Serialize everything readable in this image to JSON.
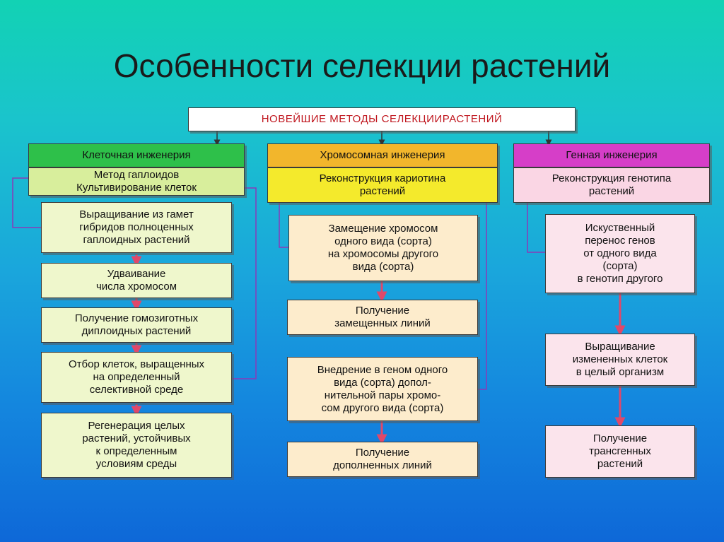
{
  "slide_title": "Особенности селекции растений",
  "root": "НОВЕЙШИЕ МЕТОДЫ СЕЛЕКЦИИРАСТЕНИЙ",
  "col1": {
    "header": "Клеточная инженерия",
    "sub": "Метод гаплоидов\nКультивирование клеток",
    "steps": [
      "Выращивание из гамет\nгибридов полноценных\nгаплоидных растений",
      "Удваивание\nчисла хромосом",
      "Получение гомозиготных\nдиплоидных растений",
      "Отбор клеток, выращенных\nна определенный\nселективной среде",
      "Регенерация целых\nрастений, устойчивых\nк определенным\nусловиям среды"
    ]
  },
  "col2": {
    "header": "Хромосомная инженерия",
    "sub": "Реконструкция кариотина\nрастений",
    "steps": [
      "Замещение хромосом\nодного вида (сорта)\nна хромосомы другого\nвида (сорта)",
      "Получение\nзамещенных линий",
      "Внедрение в геном одного\nвида (сорта) допол-\nнительной пары хромо-\nсом другого вида (сорта)",
      "Получение\nдополненных линий"
    ]
  },
  "col3": {
    "header": "Генная инженерия",
    "sub": "Реконструкция генотипа\nрастений",
    "steps": [
      "Искуственный\nперенос генов\nот одного вида\n(сорта)\nв генотип другого",
      "Выращивание\nизмененных клеток\nв целый организм",
      "Получение\nтрансгенных\nрастений"
    ]
  },
  "colors": {
    "cell_header": "#2ec04a",
    "chromosome_header": "#f2b62c",
    "gene_header": "#d63ec8",
    "arrow": "#e0486a",
    "connector": "#8a3ab8"
  }
}
